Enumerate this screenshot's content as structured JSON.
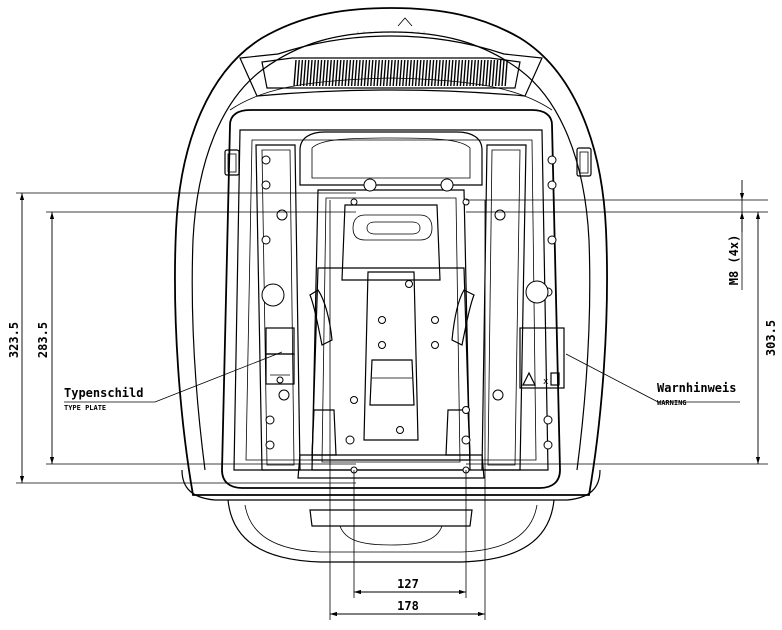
{
  "dimensions": {
    "height_outer": "323.5",
    "height_inner": "283.5",
    "height_right": "303.5",
    "thread": "M8 (4x)",
    "width_inner": "127",
    "width_outer": "178"
  },
  "labels": {
    "type_plate_de": "Typenschild",
    "type_plate_en": "TYPE PLATE",
    "warning_de": "Warnhinweis",
    "warning_en": "WARNING"
  },
  "colors": {
    "line": "#000000",
    "background": "#ffffff"
  }
}
